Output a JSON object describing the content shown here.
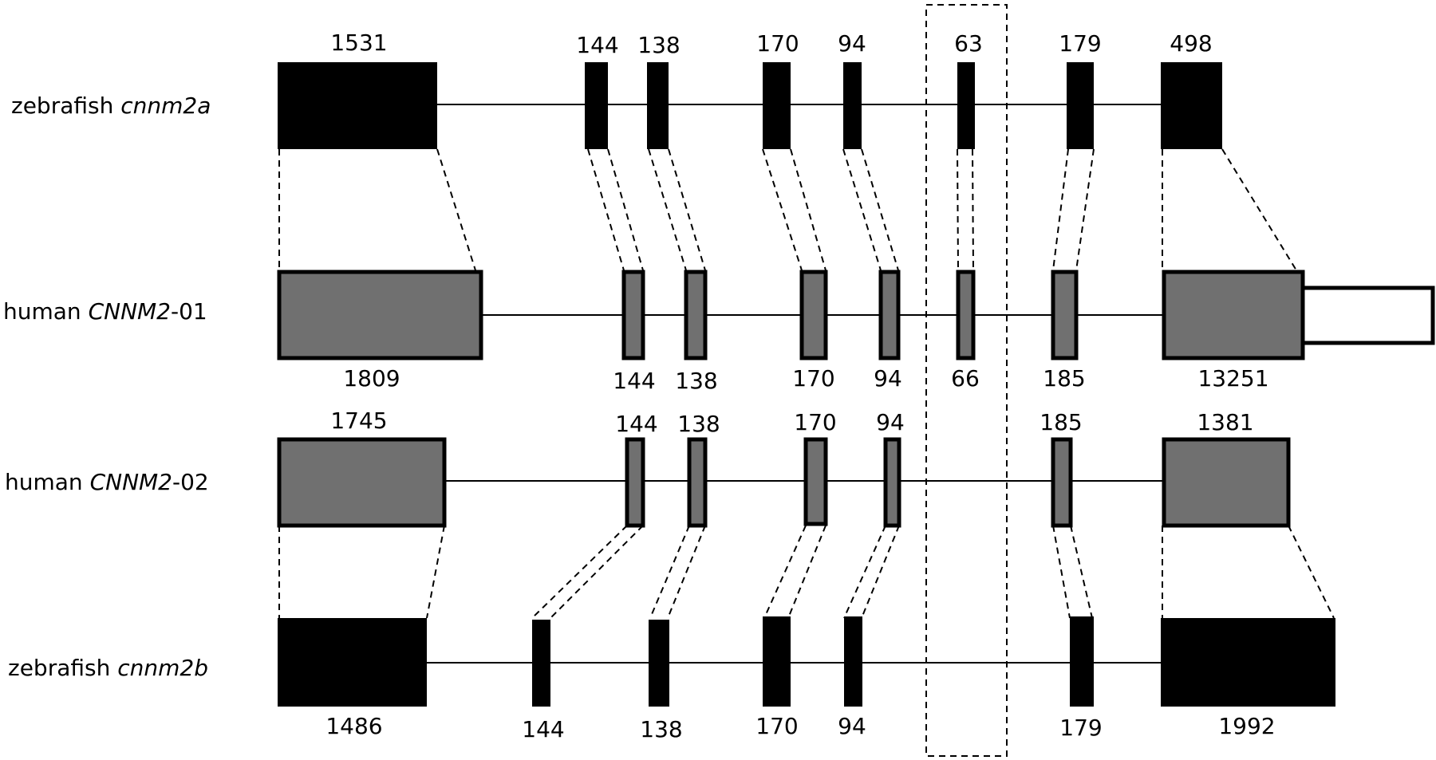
{
  "colors": {
    "zebrafish_exon": "#000000",
    "human_exon": "#707070",
    "human_exon_border": "#000000",
    "utr": "#ffffff",
    "line": "#000000"
  },
  "rows": [
    {
      "id": "zf-a",
      "species": "zebrafish ",
      "gene": "cnnm2a",
      "suffix": "",
      "exons": [
        "1531",
        "144",
        "138",
        "170",
        "94",
        "63",
        "179",
        "498"
      ]
    },
    {
      "id": "hs-01",
      "species": "human ",
      "gene": "CNNM2",
      "suffix": "-01",
      "exons": [
        "1809",
        "144",
        "138",
        "170",
        "94",
        "66",
        "185",
        "13251"
      ]
    },
    {
      "id": "hs-02",
      "species": "human ",
      "gene": "CNNM2",
      "suffix": "-02",
      "exons": [
        "1745",
        "144",
        "138",
        "170",
        "94",
        "185",
        "1381"
      ]
    },
    {
      "id": "zf-b",
      "species": "zebrafish ",
      "gene": "cnnm2b",
      "suffix": "",
      "exons": [
        "1486",
        "144",
        "138",
        "170",
        "94",
        "179",
        "1992"
      ]
    }
  ]
}
